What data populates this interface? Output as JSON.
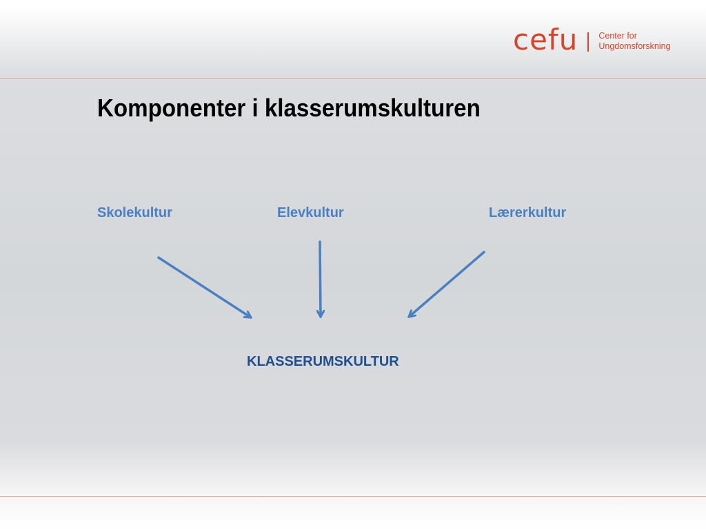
{
  "header": {
    "logo_word": "cefu",
    "logo_line1": "Center for",
    "logo_line2": "Ungdomsforskning"
  },
  "title": "Komponenter i klasserumskulturen",
  "diagram": {
    "sources": [
      {
        "label": "Skolekultur"
      },
      {
        "label": "Elevkultur"
      },
      {
        "label": "Lærerkultur"
      }
    ],
    "target": {
      "label": "KLASSERUMSKULTUR"
    },
    "edges": [
      {
        "from": "Skolekultur",
        "to": "KLASSERUMSKULTUR"
      },
      {
        "from": "Elevkultur",
        "to": "KLASSERUMSKULTUR"
      },
      {
        "from": "Lærerkultur",
        "to": "KLASSERUMSKULTUR"
      }
    ]
  },
  "colors": {
    "brand": "#d6452b",
    "node_text": "#4a7fc1",
    "target_text": "#1f4f8f",
    "arrow": "#4a7fc1"
  }
}
